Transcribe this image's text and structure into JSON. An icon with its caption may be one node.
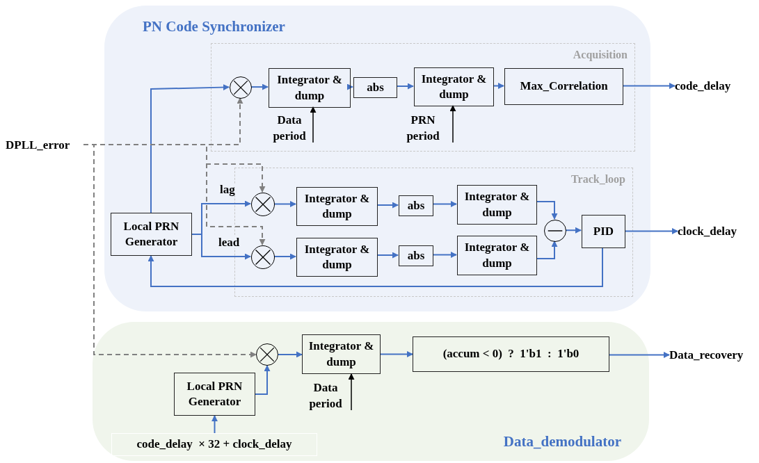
{
  "diagram": {
    "nodes": [
      {
        "text": [
          "PN Code Synchronizer"
        ]
      },
      {
        "text": [
          "Acquisition"
        ],
        "in": 0
      },
      {
        "text": [
          "Track_loop"
        ],
        "in": 0
      },
      {
        "text": [],
        "shape": "circle",
        "in": 1
      },
      {
        "text": [
          "Integrator & dump"
        ],
        "in": 1
      },
      {
        "text": [
          "abs"
        ],
        "in": 1
      },
      {
        "text": [
          "Integrator & dump"
        ],
        "in": 1
      },
      {
        "text": [
          "Max_Correlation"
        ],
        "in": 1
      },
      {
        "text": [
          "code_delay"
        ]
      },
      {
        "text": [
          "DPLL_error"
        ]
      },
      {
        "text": [
          "Local PRN Generator"
        ],
        "in": 0
      },
      {
        "text": [],
        "shape": "circle",
        "in": 2
      },
      {
        "text": [],
        "shape": "circle",
        "in": 2
      },
      {
        "text": [
          "Integrator & dump"
        ],
        "in": 2
      },
      {
        "text": [
          "abs"
        ],
        "in": 2
      },
      {
        "text": [
          "Integrator & dump"
        ],
        "in": 2
      },
      {
        "text": [
          "Integrator & dump"
        ],
        "in": 2
      },
      {
        "text": [
          "abs"
        ],
        "in": 2
      },
      {
        "text": [
          "Integrator & dump"
        ],
        "in": 2
      },
      {
        "text": [],
        "shape": "circle",
        "in": 2
      },
      {
        "text": [
          "PID"
        ],
        "in": 2
      },
      {
        "text": [
          "clock_delay"
        ]
      },
      {
        "text": [
          "Data_demodulator"
        ]
      },
      {
        "text": [],
        "shape": "circle",
        "in": 22
      },
      {
        "text": [
          "Integrator & dump"
        ],
        "in": 22
      },
      {
        "text": [
          "(accum < 0)  ?  1'b1  :  1'b0"
        ],
        "in": 22
      },
      {
        "text": [
          "Data_recovery"
        ]
      },
      {
        "text": [
          "Local PRN Generator"
        ],
        "in": 22
      },
      {
        "text": [
          "code_delay  × 32 + clock_delay"
        ],
        "in": 22
      }
    ],
    "edges": [
      {
        "from": 10,
        "to": 3,
        "arrow": "to"
      },
      {
        "from": 3,
        "to": 4,
        "arrow": "to"
      },
      {
        "from": 4,
        "to": 5,
        "arrow": "to"
      },
      {
        "from": 5,
        "to": 6,
        "arrow": "to"
      },
      {
        "from": 6,
        "to": 7,
        "arrow": "to"
      },
      {
        "from": 7,
        "to": 8,
        "arrow": "to"
      },
      {
        "from": 9,
        "to": 3,
        "arrow": "to",
        "style": "dashed",
        "color": "#808080"
      },
      {
        "from": 9,
        "to": 11,
        "arrow": "to",
        "style": "dashed",
        "color": "#808080"
      },
      {
        "from": 9,
        "to": 12,
        "arrow": "to",
        "style": "dashed",
        "color": "#808080"
      },
      {
        "from": 9,
        "to": 23,
        "arrow": "to",
        "style": "dashed",
        "color": "#808080"
      },
      {
        "from": 10,
        "to": 11,
        "arrow": "to",
        "label": "lag"
      },
      {
        "from": 10,
        "to": 12,
        "arrow": "to",
        "label": "lead"
      },
      {
        "from": 11,
        "to": 13,
        "arrow": "to"
      },
      {
        "from": 13,
        "to": 14,
        "arrow": "to"
      },
      {
        "from": 14,
        "to": 15,
        "arrow": "to"
      },
      {
        "from": 15,
        "to": 19,
        "arrow": "to"
      },
      {
        "from": 12,
        "to": 16,
        "arrow": "to"
      },
      {
        "from": 16,
        "to": 17,
        "arrow": "to"
      },
      {
        "from": 17,
        "to": 18,
        "arrow": "to"
      },
      {
        "from": 18,
        "to": 19,
        "arrow": "to"
      },
      {
        "from": 19,
        "to": 20,
        "arrow": "to"
      },
      {
        "from": 20,
        "to": 21,
        "arrow": "to"
      },
      {
        "from": 20,
        "to": 10,
        "arrow": "to"
      },
      {
        "from": 23,
        "to": 24,
        "arrow": "to"
      },
      {
        "from": 24,
        "to": 25,
        "arrow": "to"
      },
      {
        "from": 25,
        "to": 26,
        "arrow": "to"
      },
      {
        "from": 27,
        "to": 23,
        "arrow": "to"
      },
      {
        "from": 28,
        "to": 27,
        "arrow": "to"
      },
      {
        "from": null,
        "to": 4,
        "arrow": "to",
        "color": "#000000"
      },
      {
        "from": null,
        "to": 6,
        "arrow": "to",
        "color": "#000000"
      },
      {
        "from": null,
        "to": 24,
        "arrow": "to",
        "color": "#000000"
      }
    ],
    "labels": [
      "Data period",
      "PRN period",
      "Data period"
    ]
  }
}
